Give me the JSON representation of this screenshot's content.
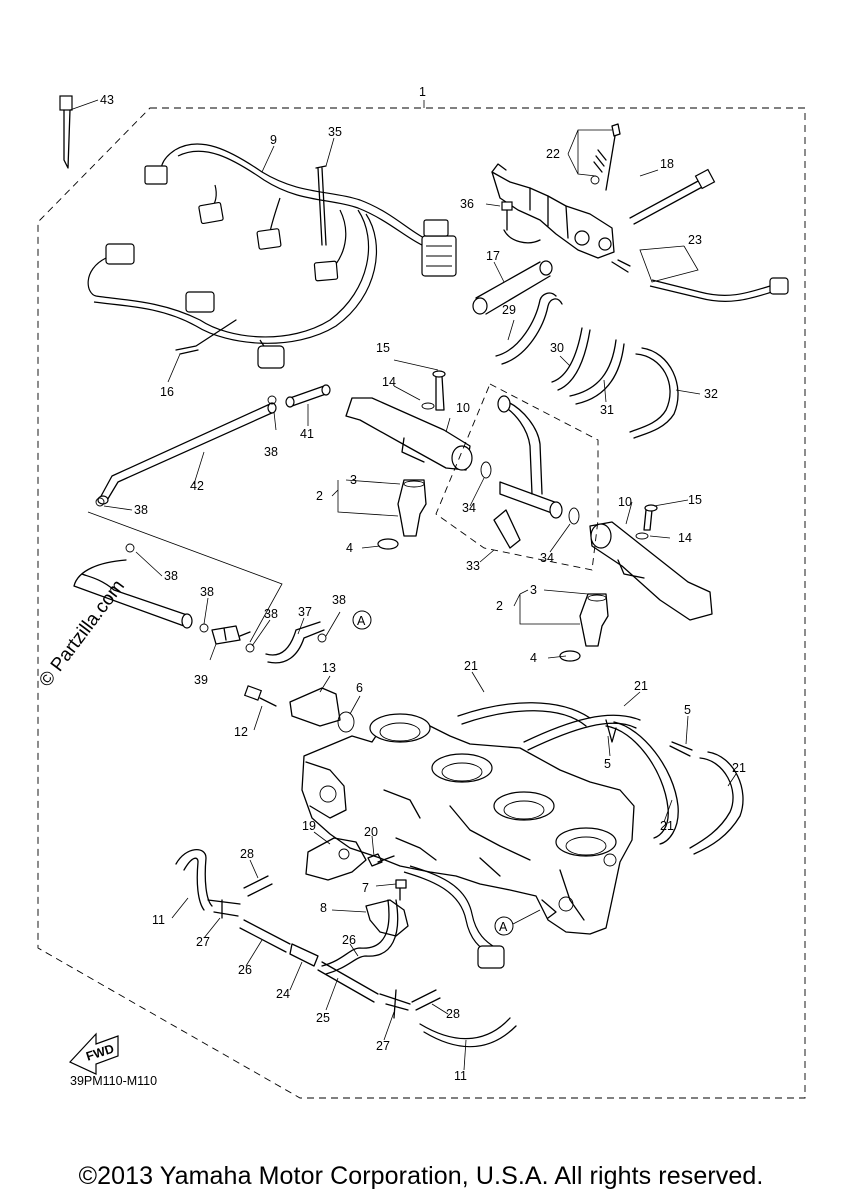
{
  "diagram": {
    "code": "39PM110-M110",
    "watermark": "© Partzilla.com",
    "fwd_label": "FWD",
    "ref_marker": "A",
    "copyright": "©2013 Yamaha Motor Corporation, U.S.A. All rights reserved."
  },
  "callouts": {
    "c1": "1",
    "c2a": "2",
    "c2b": "2",
    "c3a": "3",
    "c3b": "3",
    "c4a": "4",
    "c4b": "4",
    "c5a": "5",
    "c5b": "5",
    "c6": "6",
    "c7": "7",
    "c8": "8",
    "c9": "9",
    "c10a": "10",
    "c10b": "10",
    "c11a": "11",
    "c11b": "11",
    "c12": "12",
    "c13": "13",
    "c14a": "14",
    "c14b": "14",
    "c15a": "15",
    "c15b": "15",
    "c16": "16",
    "c17": "17",
    "c18": "18",
    "c19": "19",
    "c20": "20",
    "c21a": "21",
    "c21b": "21",
    "c21c": "21",
    "c21d": "21",
    "c22": "22",
    "c23": "23",
    "c24": "24",
    "c25": "25",
    "c26a": "26",
    "c26b": "26",
    "c27a": "27",
    "c27b": "27",
    "c28a": "28",
    "c28b": "28",
    "c29": "29",
    "c30": "30",
    "c31": "31",
    "c32": "32",
    "c33": "33",
    "c34a": "34",
    "c34b": "34",
    "c35": "35",
    "c36": "36",
    "c37": "37",
    "c38a": "38",
    "c38b": "38",
    "c38c": "38",
    "c38d": "38",
    "c38e": "38",
    "c38f": "38",
    "c39": "39",
    "c41": "41",
    "c42": "42",
    "c43": "43"
  }
}
